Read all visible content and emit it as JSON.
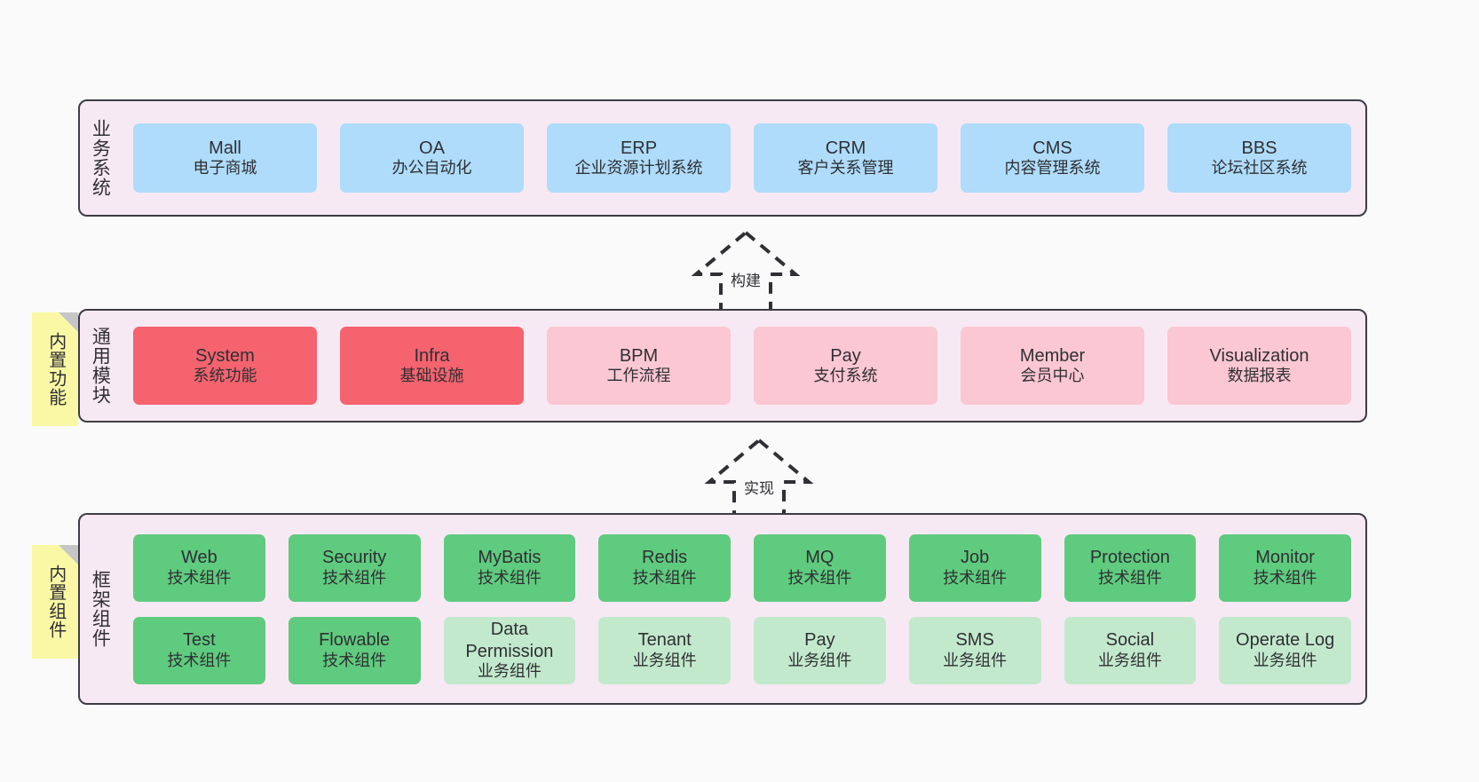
{
  "diagram": {
    "background_color": "#FAFAFA",
    "band_fill": "#F7E9F3",
    "band_border": "#3C3C45",
    "note_fill": "#FAF8A5"
  },
  "layers": [
    {
      "id": "business-systems",
      "title": "业务系统",
      "note": null,
      "rows": [
        {
          "cards": [
            {
              "name": "Mall",
              "sub": "电子商城",
              "style": "blue",
              "color": "#AEDCFA"
            },
            {
              "name": "OA",
              "sub": "办公自动化",
              "style": "blue",
              "color": "#AEDCFA"
            },
            {
              "name": "ERP",
              "sub": "企业资源计划系统",
              "style": "blue",
              "color": "#AEDCFA"
            },
            {
              "name": "CRM",
              "sub": "客户关系管理",
              "style": "blue",
              "color": "#AEDCFA"
            },
            {
              "name": "CMS",
              "sub": "内容管理系统",
              "style": "blue",
              "color": "#AEDCFA"
            },
            {
              "name": "BBS",
              "sub": "论坛社区系统",
              "style": "blue",
              "color": "#AEDCFA"
            }
          ]
        }
      ]
    },
    {
      "id": "common-modules",
      "title": "通用模块",
      "note": "内置功能",
      "rows": [
        {
          "cards": [
            {
              "name": "System",
              "sub": "系统功能",
              "style": "red",
              "color": "#F4636E"
            },
            {
              "name": "Infra",
              "sub": "基础设施",
              "style": "red",
              "color": "#F4636E"
            },
            {
              "name": "BPM",
              "sub": "工作流程",
              "style": "pink",
              "color": "#FBC7D2"
            },
            {
              "name": "Pay",
              "sub": "支付系统",
              "style": "pink",
              "color": "#FBC7D2"
            },
            {
              "name": "Member",
              "sub": "会员中心",
              "style": "pink",
              "color": "#FBC7D2"
            },
            {
              "name": "Visualization",
              "sub": "数据报表",
              "style": "pink",
              "color": "#FBC7D2"
            }
          ]
        }
      ]
    },
    {
      "id": "framework-components",
      "title": "框架组件",
      "note": "内置组件",
      "rows": [
        {
          "cards": [
            {
              "name": "Web",
              "sub": "技术组件",
              "style": "green",
              "color": "#5FCB7E"
            },
            {
              "name": "Security",
              "sub": "技术组件",
              "style": "green",
              "color": "#5FCB7E"
            },
            {
              "name": "MyBatis",
              "sub": "技术组件",
              "style": "green",
              "color": "#5FCB7E"
            },
            {
              "name": "Redis",
              "sub": "技术组件",
              "style": "green",
              "color": "#5FCB7E"
            },
            {
              "name": "MQ",
              "sub": "技术组件",
              "style": "green",
              "color": "#5FCB7E"
            },
            {
              "name": "Job",
              "sub": "技术组件",
              "style": "green",
              "color": "#5FCB7E"
            },
            {
              "name": "Protection",
              "sub": "技术组件",
              "style": "green",
              "color": "#5FCB7E"
            },
            {
              "name": "Monitor",
              "sub": "技术组件",
              "style": "green",
              "color": "#5FCB7E"
            }
          ]
        },
        {
          "cards": [
            {
              "name": "Test",
              "sub": "技术组件",
              "style": "green",
              "color": "#5FCB7E"
            },
            {
              "name": "Flowable",
              "sub": "技术组件",
              "style": "green",
              "color": "#5FCB7E"
            },
            {
              "name": "Data Permission",
              "sub": "业务组件",
              "style": "greenlight",
              "color": "#C3E9CD"
            },
            {
              "name": "Tenant",
              "sub": "业务组件",
              "style": "greenlight",
              "color": "#C3E9CD"
            },
            {
              "name": "Pay",
              "sub": "业务组件",
              "style": "greenlight",
              "color": "#C3E9CD"
            },
            {
              "name": "SMS",
              "sub": "业务组件",
              "style": "greenlight",
              "color": "#C3E9CD"
            },
            {
              "name": "Social",
              "sub": "业务组件",
              "style": "greenlight",
              "color": "#C3E9CD"
            },
            {
              "name": "Operate Log",
              "sub": "业务组件",
              "style": "greenlight",
              "color": "#C3E9CD"
            }
          ]
        }
      ]
    }
  ],
  "arrows": [
    {
      "id": "arrow-build",
      "label": "构建",
      "from": "common-modules",
      "to": "business-systems"
    },
    {
      "id": "arrow-implement",
      "label": "实现",
      "from": "framework-components",
      "to": "common-modules"
    }
  ]
}
